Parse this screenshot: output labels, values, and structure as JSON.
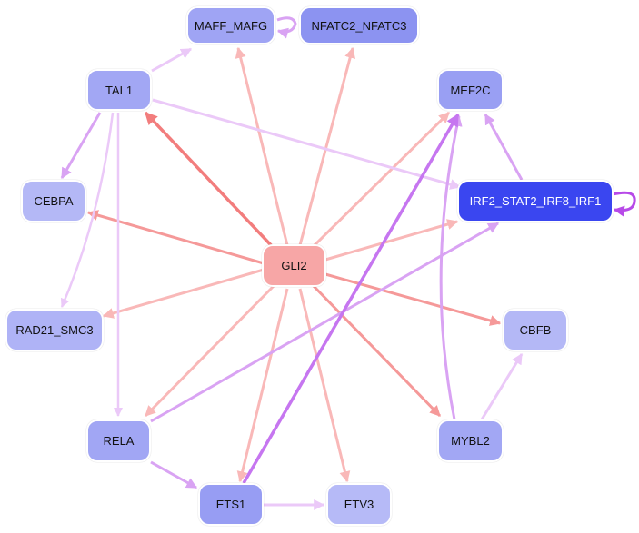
{
  "nodes": {
    "maff_mafg": {
      "label": "MAFF_MAFG",
      "color": "#9fa4f4"
    },
    "nfatc2_nfatc3": {
      "label": "NFATC2_NFATC3",
      "color": "#8c93f1"
    },
    "tal1": {
      "label": "TAL1",
      "color": "#a2a7f4"
    },
    "mef2c": {
      "label": "MEF2C",
      "color": "#999ff3"
    },
    "cebpa": {
      "label": "CEBPA",
      "color": "#b4b8f6"
    },
    "irf": {
      "label": "IRF2_STAT2_IRF8_IRF1",
      "color": "#3a46f0"
    },
    "gli2": {
      "label": "GLI2",
      "color": "#f7a6a6"
    },
    "rad21_smc3": {
      "label": "RAD21_SMC3",
      "color": "#afb3f6"
    },
    "cbfb": {
      "label": "CBFB",
      "color": "#b4b8f6"
    },
    "rela": {
      "label": "RELA",
      "color": "#a1a6f4"
    },
    "mybl2": {
      "label": "MYBL2",
      "color": "#a2a7f4"
    },
    "ets1": {
      "label": "ETS1",
      "color": "#979df3"
    },
    "etv3": {
      "label": "ETV3",
      "color": "#b6baf7"
    }
  },
  "edge_colors": {
    "red_strong": "#f27d7d",
    "red_medium": "#f59999",
    "red_light": "#f9b8b8",
    "purple_strong": "#c676f0",
    "purple_medium": "#d9a3f3",
    "purple_light": "#ebc9f8",
    "self_loop": "#b74ae8"
  }
}
